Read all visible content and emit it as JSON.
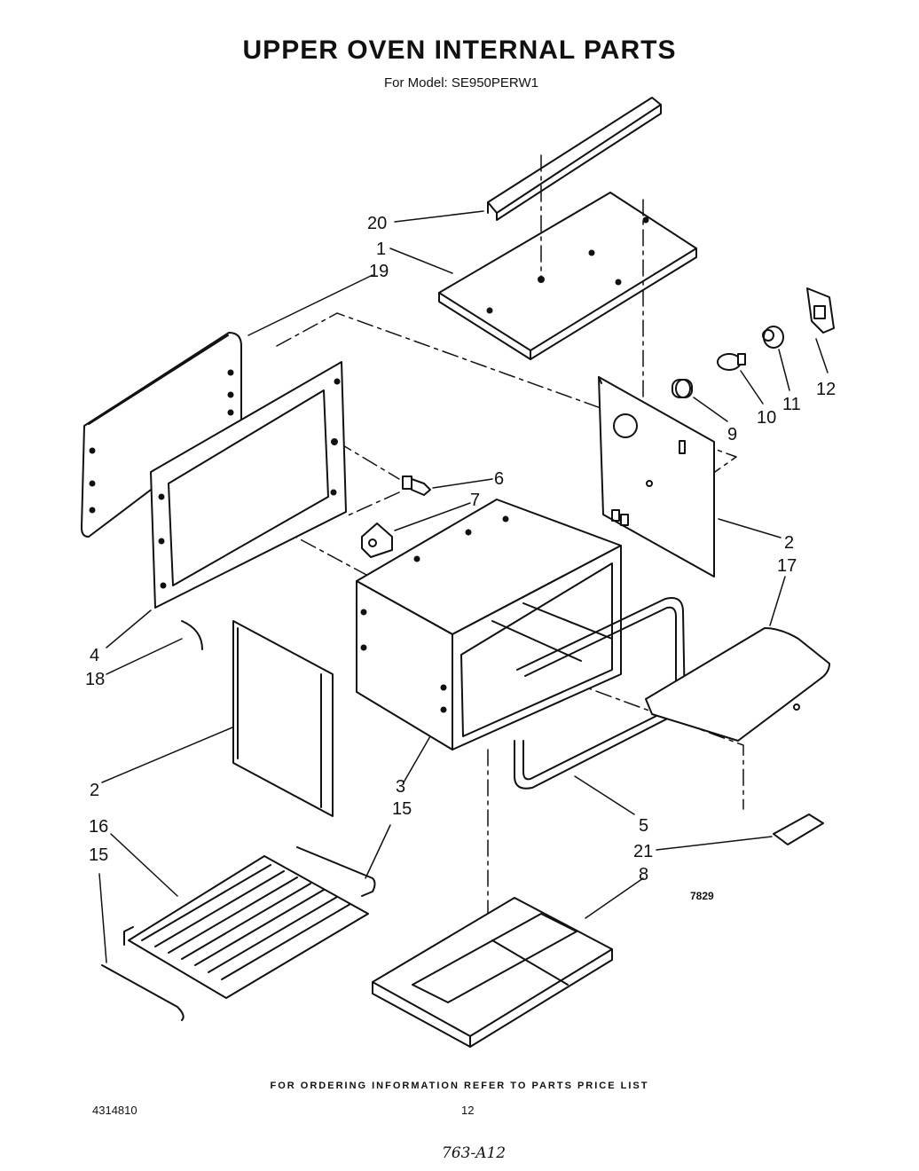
{
  "header": {
    "title": "UPPER OVEN INTERNAL PARTS",
    "subtitle": "For Model: SE950PERW1"
  },
  "callouts": {
    "c20": "20",
    "c1": "1",
    "c19": "19",
    "c12": "12",
    "c11": "11",
    "c10": "10",
    "c9": "9",
    "c6": "6",
    "c7": "7",
    "c2a": "2",
    "c17": "17",
    "c4": "4",
    "c18": "18",
    "c2b": "2",
    "c3": "3",
    "c15a": "15",
    "c16": "16",
    "c15b": "15",
    "c5": "5",
    "c21": "21",
    "c8": "8"
  },
  "figure_id": "7829",
  "footer": {
    "ordering": "FOR ORDERING INFORMATION REFER TO PARTS PRICE LIST",
    "doc_number": "4314810",
    "page_number": "12",
    "handwritten": "763-A12"
  }
}
